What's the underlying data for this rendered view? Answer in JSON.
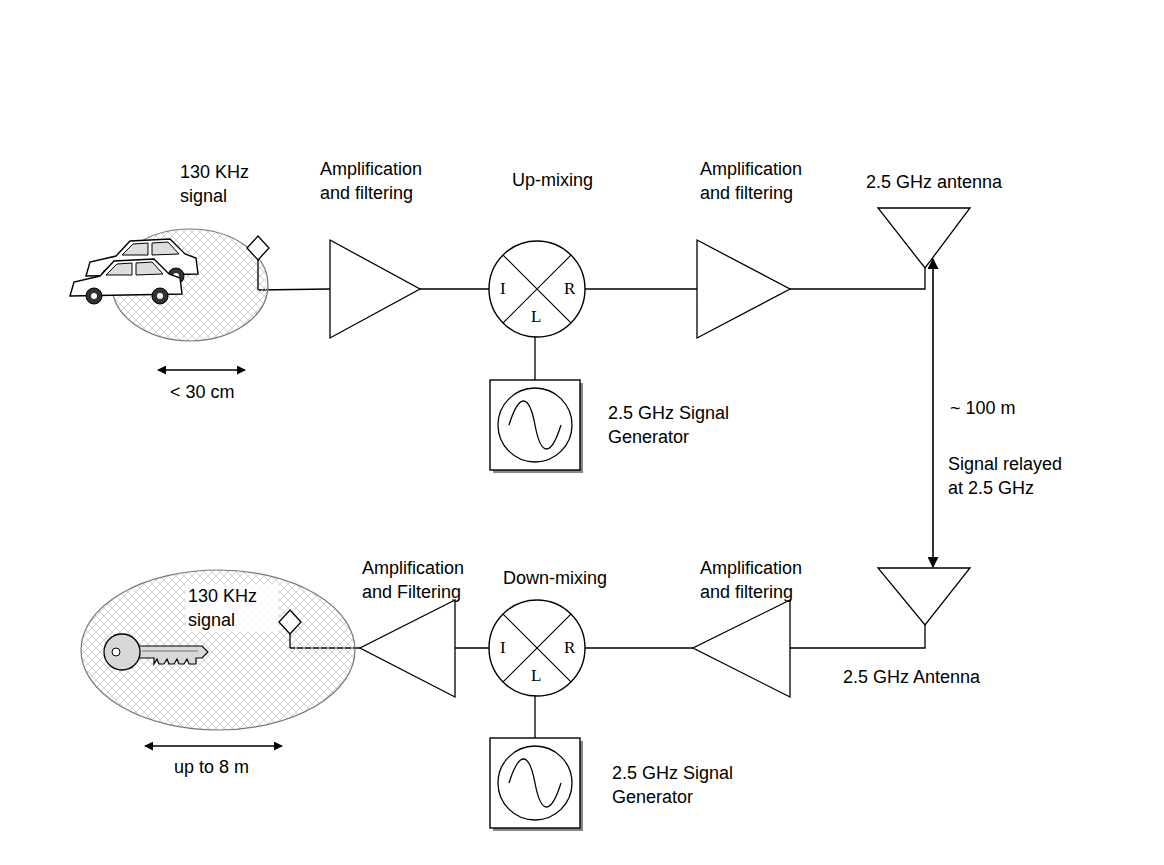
{
  "diagram": {
    "nodes": [
      {
        "text": [
          "130 KHz signal"
        ]
      },
      {
        "text": [
          "Amplification and filtering"
        ]
      },
      {
        "text": [
          "Up-mixing",
          "I",
          "R",
          "L"
        ]
      },
      {
        "text": [
          "2.5 GHz Signal Generator"
        ]
      },
      {
        "text": [
          "Amplification and filtering"
        ]
      },
      {
        "text": [
          "2.5 GHz antenna"
        ]
      },
      {
        "text": [
          "2.5 GHz Antenna"
        ]
      },
      {
        "text": [
          "Amplification and filtering"
        ]
      },
      {
        "text": [
          "Down-mixing",
          "I",
          "R",
          "L"
        ]
      },
      {
        "text": [
          "2.5 GHz Signal Generator"
        ]
      },
      {
        "text": [
          "Amplification and Filtering"
        ]
      },
      {
        "text": [
          "130 KHz signal"
        ]
      }
    ],
    "edges": [
      {
        "from": 0,
        "to": 1,
        "arrow": "none"
      },
      {
        "from": 1,
        "to": 2,
        "arrow": "none"
      },
      {
        "from": 3,
        "to": 2,
        "arrow": "none"
      },
      {
        "from": 2,
        "to": 4,
        "arrow": "none"
      },
      {
        "from": 4,
        "to": 5,
        "arrow": "none"
      },
      {
        "from": 5,
        "to": 6,
        "arrow": "both"
      },
      {
        "from": 6,
        "to": 7,
        "arrow": "none"
      },
      {
        "from": 7,
        "to": 8,
        "arrow": "none"
      },
      {
        "from": 9,
        "to": 8,
        "arrow": "none"
      },
      {
        "from": 8,
        "to": 10,
        "arrow": "none"
      },
      {
        "from": 10,
        "to": 11,
        "arrow": "none"
      }
    ],
    "labels": [
      "< 30 cm",
      "up to 8 m",
      "~ 100 m",
      "Signal relayed at 2.5 GHz"
    ]
  }
}
